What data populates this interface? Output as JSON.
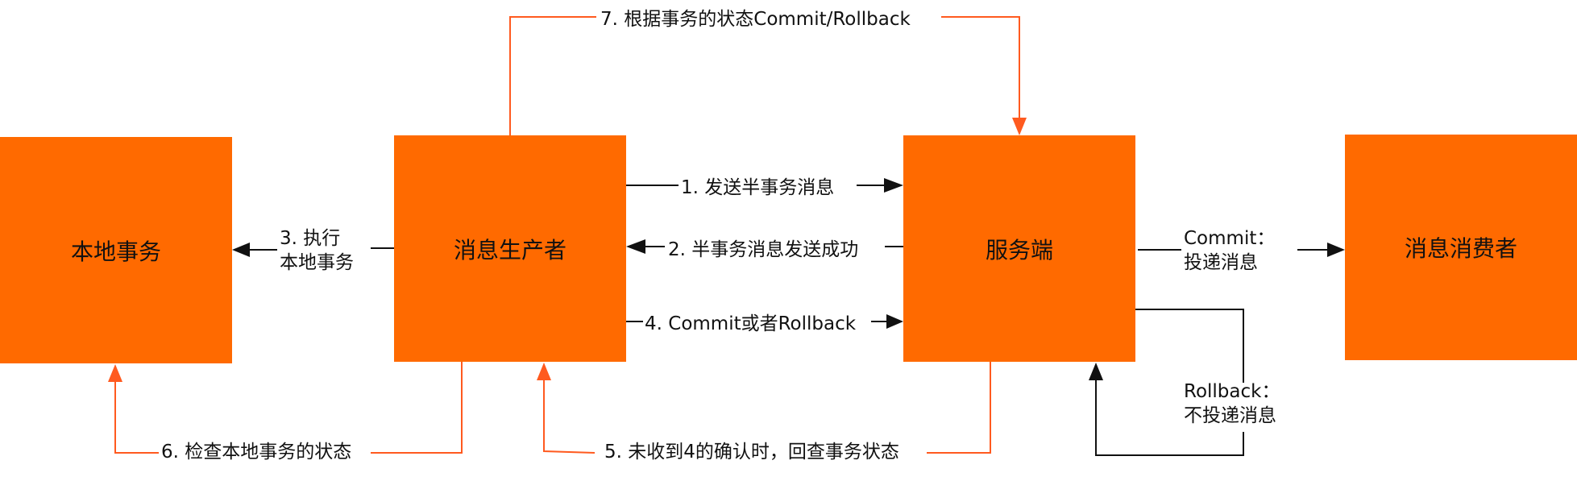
{
  "boxes": {
    "local_tx": "本地事务",
    "producer": "消息生产者",
    "server": "服务端",
    "consumer": "消息消费者"
  },
  "steps": {
    "s1": "1. 发送半事务消息",
    "s2": "2. 半事务消息发送成功",
    "s3_line1": "3. 执行",
    "s3_line2": "本地事务",
    "s4": "4. Commit或者Rollback",
    "s5": "5. 未收到4的确认时，回查事务状态",
    "s6": "6. 检查本地事务的状态",
    "s7": "7. 根据事务的状态Commit/Rollback",
    "commit_line1": "Commit：",
    "commit_line2": "投递消息",
    "rollback_line1": "Rollback：",
    "rollback_line2": "不投递消息"
  },
  "colors": {
    "box_fill": "#ff6a00",
    "check_line": "#ff5a1f",
    "flow_line": "#111111"
  }
}
